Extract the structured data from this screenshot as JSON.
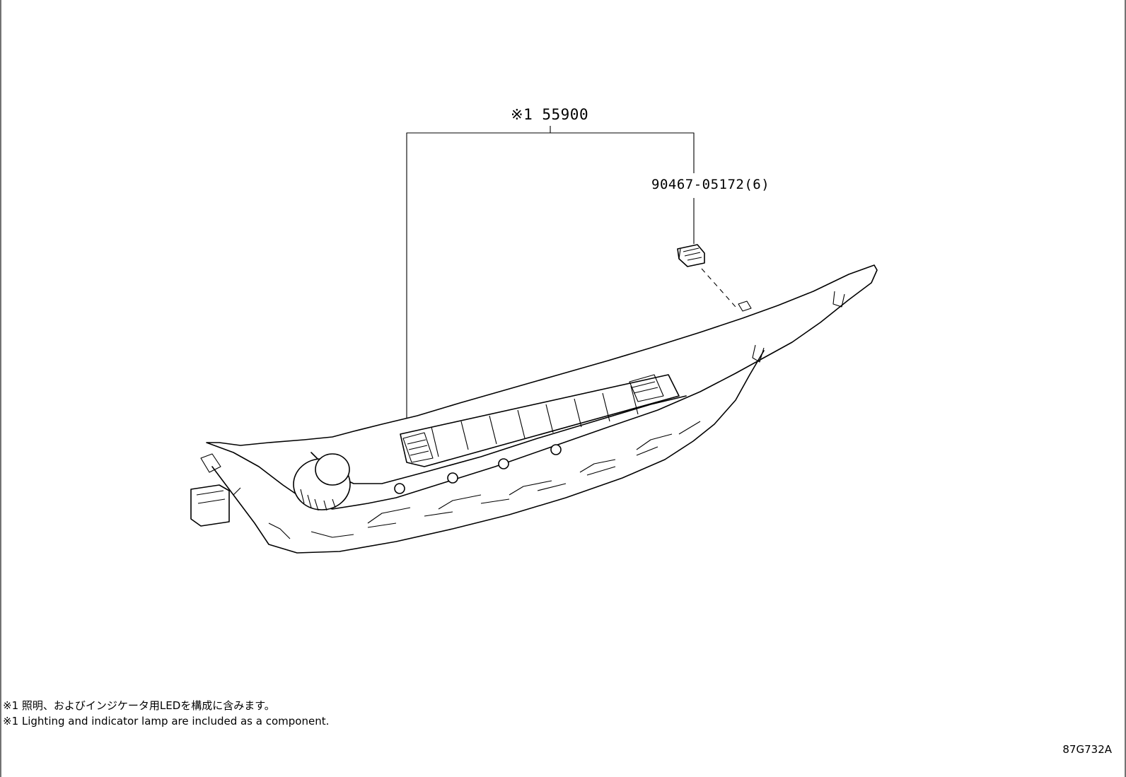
{
  "callouts": {
    "main_part": "※1 55900",
    "screw": "90467-05172(6)"
  },
  "notes": {
    "japanese": "※1 照明、およびインジケータ用LEDを構成に含みます。",
    "english": "※1 Lighting and indicator lamp are included as a component."
  },
  "figure_code": "87G732A"
}
